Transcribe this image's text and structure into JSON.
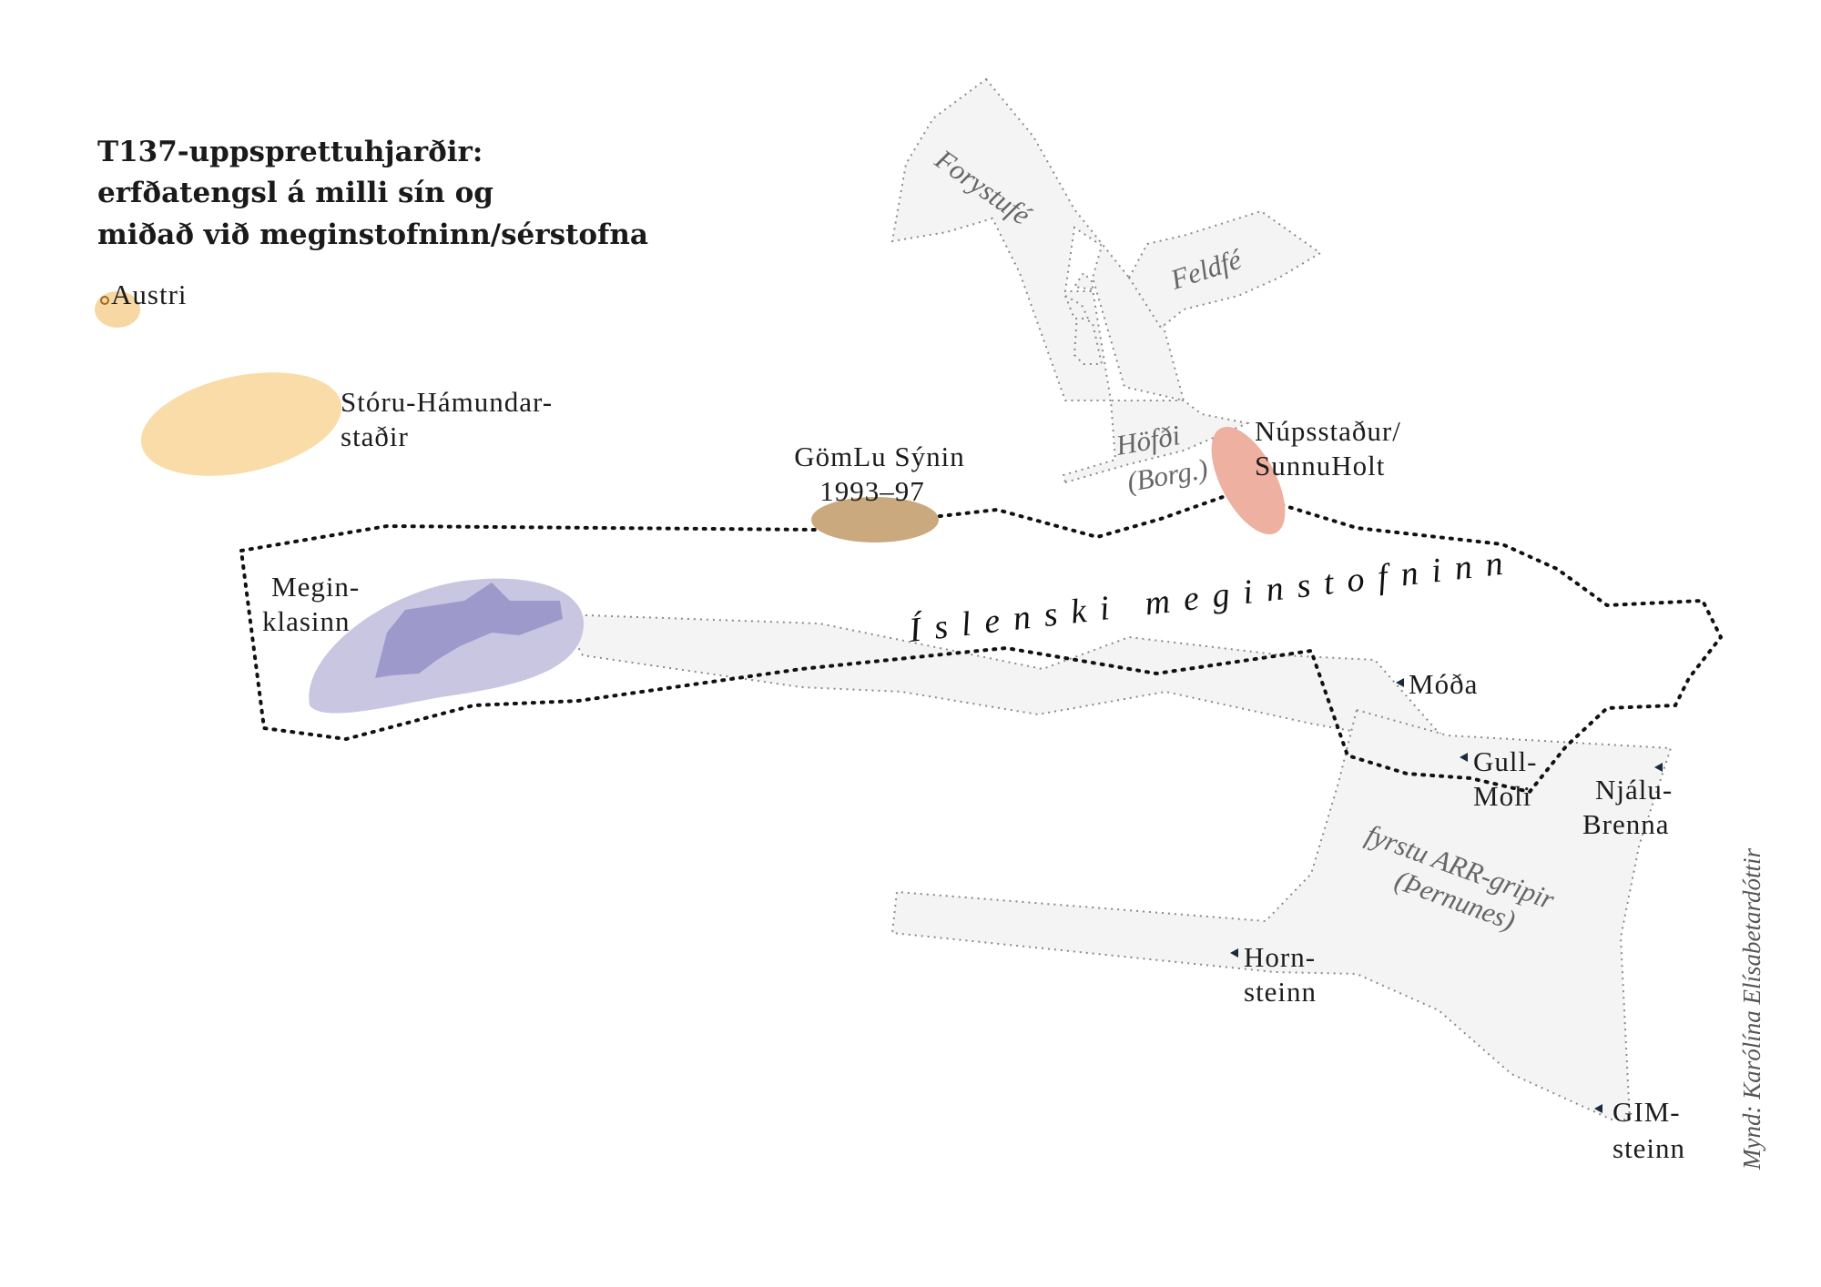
{
  "title": {
    "line1": "T137-uppsprettuhjarðir:",
    "line2": "erfðatengsl á milli sín og",
    "line3": "miðað við meginstofninn/sérstofna"
  },
  "labels": {
    "austri": "Austri",
    "storu_line1": "Stóru-Hámundar-",
    "storu_line2": "staðir",
    "gomlu_line1": "GömLu Sýnin",
    "gomlu_line2": "1993–97",
    "nupsstadur_line1": "Núpsstaður/",
    "nupsstadur_line2": "SunnuHolt",
    "megin_line1": "Megin-",
    "megin_line2": "klasinn",
    "moda": "Móða",
    "gull_line1": "Gull-",
    "gull_line2": "Moli",
    "njalu_line1": "Njálu-",
    "njalu_line2": "Brenna",
    "horn_line1": "Horn-",
    "horn_line2": "steinn",
    "gim_line1": "GIM-",
    "gim_line2": "steinn"
  },
  "regions": {
    "forystufe": "Forystufé",
    "feldfe": "Feldfé",
    "hofdi_line1": "Höfði",
    "hofdi_line2": "(Borg.)",
    "arr_line1": "fyrstu ARR-gripir",
    "arr_line2": "(Þernunes)",
    "main_stock": "Íslenski meginstofninn"
  },
  "credit": "Mynd: Karólína Elísabetardóttir",
  "colors": {
    "austri_fill": "#f7d7a3",
    "storu_fill": "#f9dca8",
    "gomlu_fill": "#c9a97d",
    "nupsstadur_fill": "#eeb0a0",
    "megin_outer": "#c9c6e2",
    "megin_inner": "#9d9acb",
    "region_fill": "#f4f4f4",
    "region_stroke": "#8a8a8a",
    "main_outline": "#111111",
    "marker": "#1a2a40"
  }
}
